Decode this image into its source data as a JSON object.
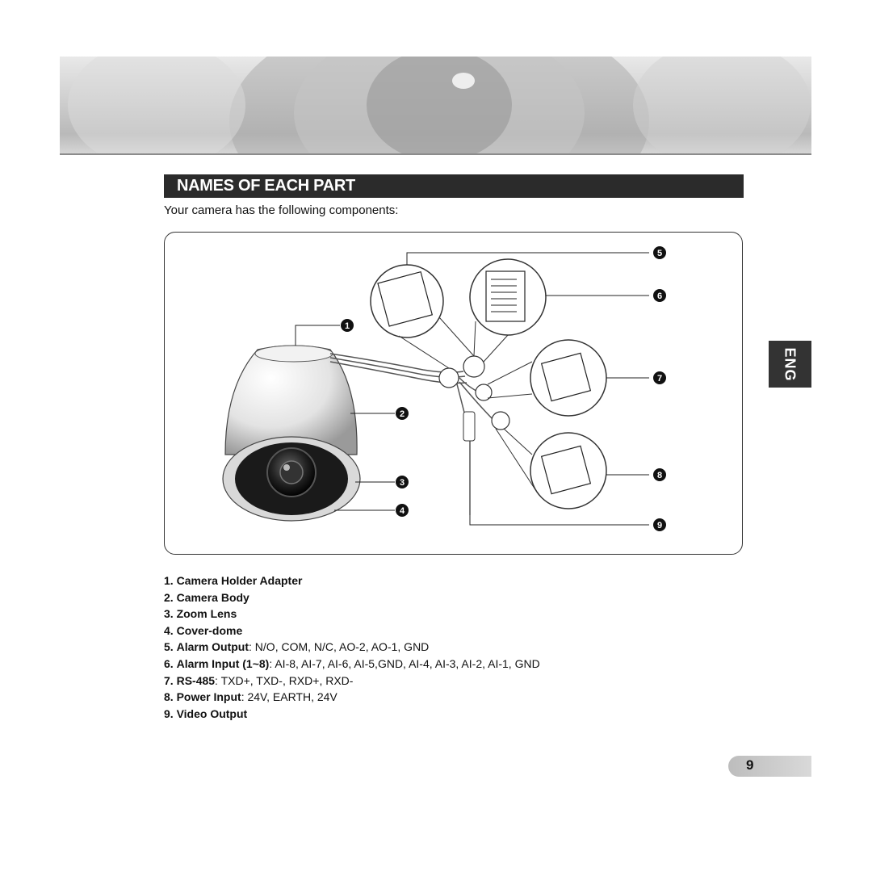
{
  "section": {
    "title": "NAMES OF EACH PART",
    "intro": "Your camera has the following components:"
  },
  "callouts": [
    "1",
    "2",
    "3",
    "4",
    "5",
    "6",
    "7",
    "8",
    "9"
  ],
  "parts": [
    {
      "num": "1.",
      "name": "Camera Holder Adapter",
      "detail": ""
    },
    {
      "num": "2.",
      "name": "Camera Body",
      "detail": ""
    },
    {
      "num": "3.",
      "name": "Zoom Lens",
      "detail": ""
    },
    {
      "num": "4.",
      "name": "Cover-dome",
      "detail": ""
    },
    {
      "num": "5.",
      "name": "Alarm Output",
      "detail": ": N/O, COM, N/C, AO-2, AO-1, GND"
    },
    {
      "num": "6.",
      "name": "Alarm Input (1~8)",
      "detail": ": AI-8, AI-7, AI-6, AI-5,GND, AI-4, AI-3, AI-2, AI-1, GND"
    },
    {
      "num": "7.",
      "name": "RS-485",
      "detail": ": TXD+, TXD-, RXD+, RXD-"
    },
    {
      "num": "8.",
      "name": "Power Input",
      "detail": ": 24V, EARTH, 24V"
    },
    {
      "num": "9.",
      "name": "Video Output",
      "detail": ""
    }
  ],
  "side_tab": "ENG",
  "page_number": "9"
}
